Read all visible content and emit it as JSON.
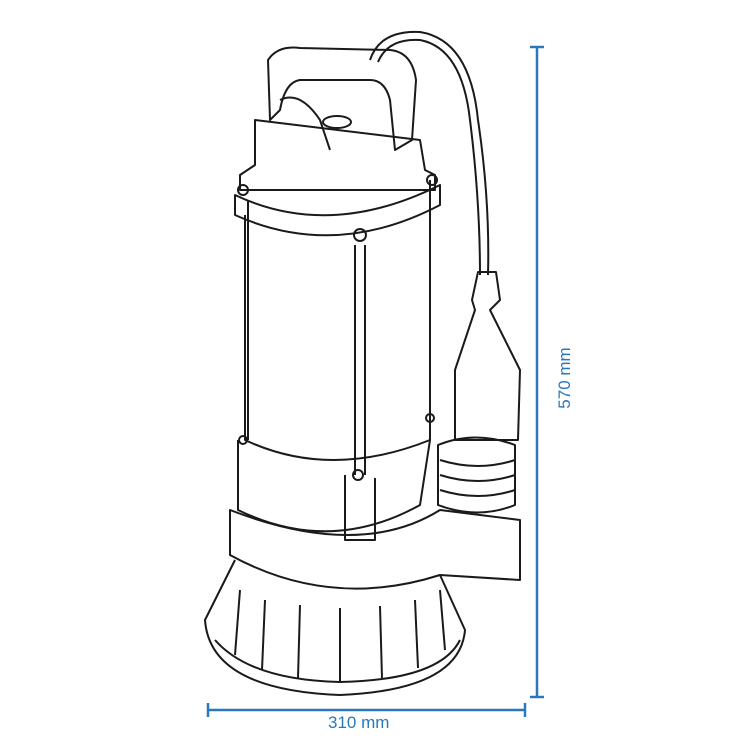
{
  "dimensions": {
    "width_label": "310 mm",
    "height_label": "570 mm",
    "color": "#2a78bb"
  },
  "drawing": {
    "subject": "submersible-pump",
    "line_color": "#1a1a1a"
  }
}
